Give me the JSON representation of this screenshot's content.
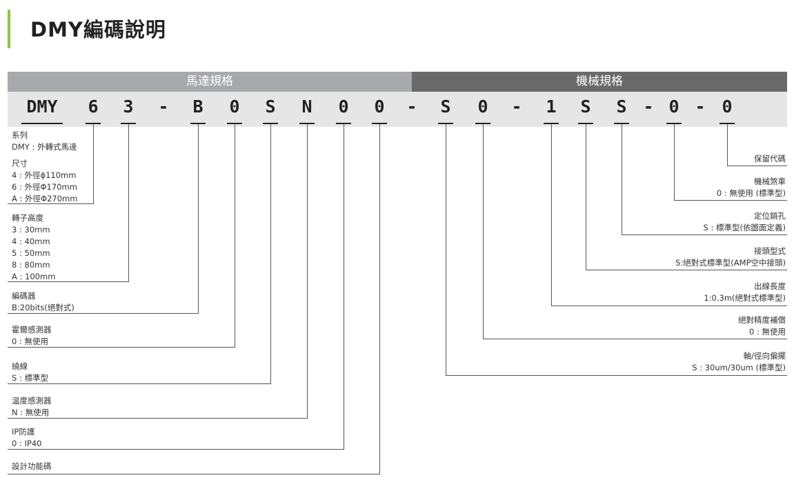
{
  "title": "DMY編碼說明",
  "headers": {
    "motor": "馬達規格",
    "mech": "機械規格"
  },
  "code": {
    "series": "DMY",
    "c1": "6",
    "c2": "3",
    "d1": "-",
    "c3": "B",
    "c4": "0",
    "c5": "S",
    "c6": "N",
    "c7": "0",
    "c8": "0",
    "d2": "-",
    "c9": "S",
    "c10": "0",
    "d3": "-",
    "c11": "1",
    "c12": "S",
    "c13": "S",
    "d4": "-",
    "c14": "0",
    "d5": "-",
    "c15": "0"
  },
  "left": {
    "series": {
      "title": "系列",
      "lines": [
        "DMY : 外轉式馬達"
      ]
    },
    "size": {
      "title": "尺寸",
      "lines": [
        "4 : 外徑ϕ110mm",
        "6 : 外徑Φ170mm",
        "A : 外徑Φ270mm"
      ]
    },
    "height": {
      "title": "轉子高度",
      "lines": [
        "3 : 30mm",
        "4 : 40mm",
        "5 : 50mm",
        "8 : 80mm",
        "A : 100mm"
      ]
    },
    "encoder": {
      "title": "編碼器",
      "lines": [
        "B:20bits(絕對式)"
      ]
    },
    "hall": {
      "title": "霍爾感測器",
      "lines": [
        "0 : 無使用"
      ]
    },
    "winding": {
      "title": "繞線",
      "lines": [
        "S : 標準型"
      ]
    },
    "temp": {
      "title": "溫度感測器",
      "lines": [
        "N : 無使用"
      ]
    },
    "ip": {
      "title": "IP防護",
      "lines": [
        "0 : IP40"
      ]
    },
    "design": {
      "title": "設計功能碼",
      "lines": []
    }
  },
  "right": {
    "reserved": {
      "title": "保留代碼",
      "lines": []
    },
    "brake": {
      "title": "機械煞車",
      "lines": [
        "0 : 無使用 (標準型)"
      ]
    },
    "pinhole": {
      "title": "定位銷孔",
      "lines": [
        "S : 標準型(依圖面定義)"
      ]
    },
    "connector": {
      "title": "接頭型式",
      "lines": [
        "S:絕對式標準型(AMP空中接頭)"
      ]
    },
    "cable": {
      "title": "出線長度",
      "lines": [
        "1:0.3m(絕對式標準型)"
      ]
    },
    "accuracy": {
      "title": "絕對精度補償",
      "lines": [
        "0 : 無使用"
      ]
    },
    "runout": {
      "title": "軸/徑向偏擺",
      "lines": [
        "S : 30um/30um (標準型)"
      ]
    }
  }
}
